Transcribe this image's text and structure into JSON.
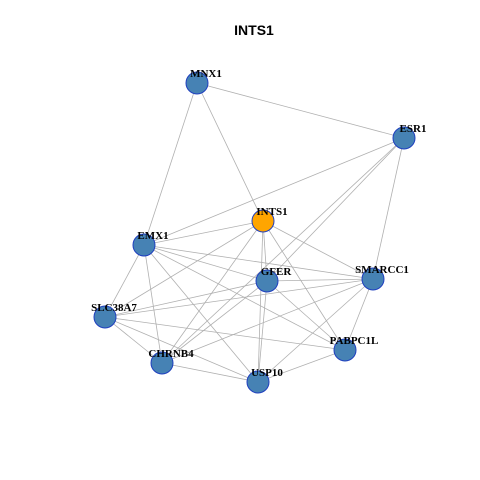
{
  "title": "INTS1",
  "colors": {
    "center": "#ffa500",
    "node": "#4682b4",
    "node_border": "#1f3fbf",
    "edge": "#b0b0b0"
  },
  "nodes": [
    {
      "id": "MNX1",
      "label": "MNX1",
      "center": false
    },
    {
      "id": "ESR1",
      "label": "ESR1",
      "center": false
    },
    {
      "id": "INTS1",
      "label": "INTS1",
      "center": true
    },
    {
      "id": "EMX1",
      "label": "EMX1",
      "center": false
    },
    {
      "id": "GFER",
      "label": "GFER",
      "center": false
    },
    {
      "id": "SMARCC1",
      "label": "SMARCC1",
      "center": false
    },
    {
      "id": "SLC38A7",
      "label": "SLC38A7",
      "center": false
    },
    {
      "id": "PABPC1L",
      "label": "PABPC1L",
      "center": false
    },
    {
      "id": "CHRNB4",
      "label": "CHRNB4",
      "center": false
    },
    {
      "id": "USP10",
      "label": "USP10",
      "center": false
    }
  ],
  "edges": [
    [
      "MNX1",
      "ESR1"
    ],
    [
      "MNX1",
      "INTS1"
    ],
    [
      "MNX1",
      "EMX1"
    ],
    [
      "ESR1",
      "EMX1"
    ],
    [
      "ESR1",
      "GFER"
    ],
    [
      "ESR1",
      "SMARCC1"
    ],
    [
      "ESR1",
      "CHRNB4"
    ],
    [
      "INTS1",
      "EMX1"
    ],
    [
      "INTS1",
      "GFER"
    ],
    [
      "INTS1",
      "SLC38A7"
    ],
    [
      "INTS1",
      "CHRNB4"
    ],
    [
      "INTS1",
      "USP10"
    ],
    [
      "INTS1",
      "PABPC1L"
    ],
    [
      "INTS1",
      "SMARCC1"
    ],
    [
      "EMX1",
      "SMARCC1"
    ],
    [
      "EMX1",
      "GFER"
    ],
    [
      "EMX1",
      "SLC38A7"
    ],
    [
      "EMX1",
      "CHRNB4"
    ],
    [
      "EMX1",
      "USP10"
    ],
    [
      "EMX1",
      "PABPC1L"
    ],
    [
      "GFER",
      "SMARCC1"
    ],
    [
      "GFER",
      "SLC38A7"
    ],
    [
      "GFER",
      "USP10"
    ],
    [
      "GFER",
      "PABPC1L"
    ],
    [
      "GFER",
      "CHRNB4"
    ],
    [
      "SMARCC1",
      "SLC38A7"
    ],
    [
      "SMARCC1",
      "CHRNB4"
    ],
    [
      "SMARCC1",
      "USP10"
    ],
    [
      "SMARCC1",
      "PABPC1L"
    ],
    [
      "SLC38A7",
      "CHRNB4"
    ],
    [
      "SLC38A7",
      "USP10"
    ],
    [
      "SLC38A7",
      "PABPC1L"
    ],
    [
      "CHRNB4",
      "USP10"
    ],
    [
      "PABPC1L",
      "USP10"
    ]
  ]
}
